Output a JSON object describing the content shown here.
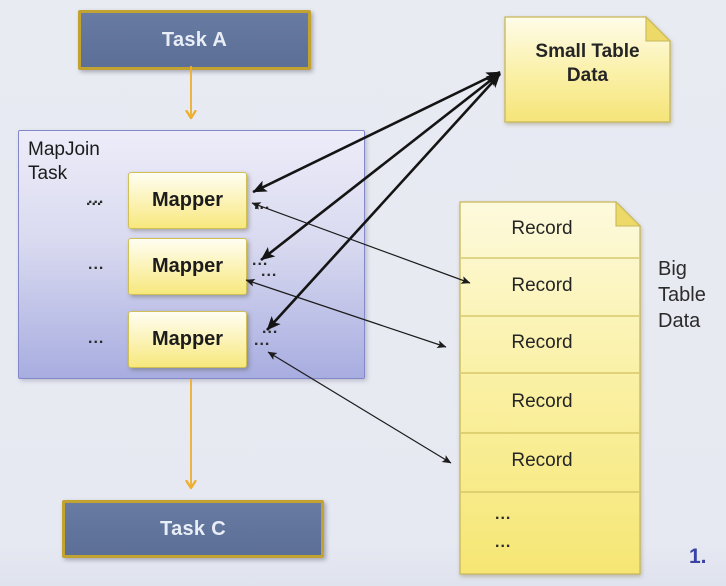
{
  "diagram": {
    "task_a": "Task A",
    "task_c": "Task C",
    "mapjoin_label": "MapJoin\nTask",
    "mappers": [
      "Mapper",
      "Mapper",
      "Mapper"
    ],
    "small_table_label": "Small Table\nData",
    "big_table_label": "Big\nTable\nData",
    "record_rows": [
      "Record",
      "Record",
      "Record",
      "Record",
      "Record"
    ],
    "overflow_dots": [
      "...",
      "..."
    ],
    "ellipsis": "...",
    "page_number": "1."
  },
  "colors": {
    "background": "#e8eaf2",
    "task_box_fill": "#60739b",
    "task_box_border": "#c2a230",
    "task_text": "#e9edf5",
    "mapjoin_fill_top": "#edecf9",
    "mapjoin_fill_bottom": "#a8ade0",
    "mapjoin_border": "#8288c8",
    "note_fill_top": "#fefce9",
    "note_fill_bottom": "#f5e478",
    "note_border": "#c9b85a",
    "note_fold": "#ecd968",
    "arrow_black": "#141414",
    "arrow_yellow": "#efae2e",
    "page_number_color": "#3a43a5",
    "text_dark": "#252525"
  }
}
